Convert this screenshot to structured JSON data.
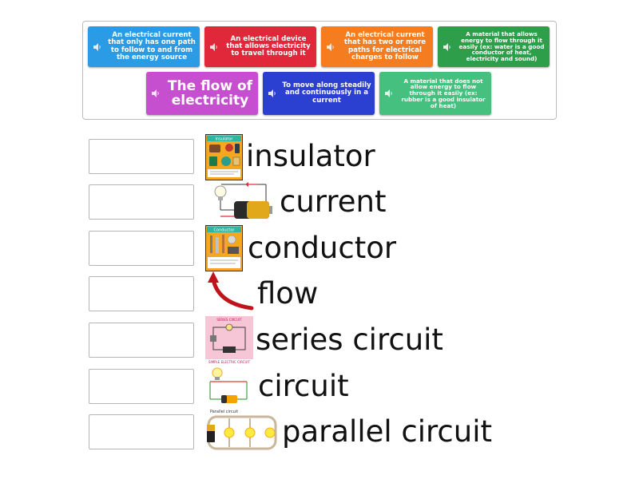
{
  "bank": {
    "tiles": [
      {
        "label": "An electrical current that only has one path to follow to and from the energy source",
        "color": "#2b9be6"
      },
      {
        "label": "An electrical device that allows electricity to travel through it",
        "color": "#e0283a"
      },
      {
        "label": "An electrical current that has two or more paths for electrical charges to follow",
        "color": "#f57c1f"
      },
      {
        "label": "A material that allows energy to flow through it easily (ex: water is a good conductor of heat, electricity and sound)",
        "color": "#2f9e4a"
      },
      {
        "label": "The flow of electricity",
        "color": "#c64fcf"
      },
      {
        "label": "To move along steadily and continuously in a current",
        "color": "#2b3fd1"
      },
      {
        "label": "A material that does not allow energy to flow through it easily (ex: rubber is a good insulator of heat)",
        "color": "#46c07e"
      }
    ]
  },
  "pictures": {
    "insulator_title": "Insulator",
    "conductor_title": "Conductor",
    "series_title": "SERIES CIRCUIT",
    "series_caption": "SIMPLE ELECTRIC CIRCUIT",
    "parallel_title": "Parallel circuit"
  },
  "terms": [
    "insulator",
    "current",
    "conductor",
    "flow",
    "series circuit",
    "circuit",
    "parallel circuit"
  ]
}
